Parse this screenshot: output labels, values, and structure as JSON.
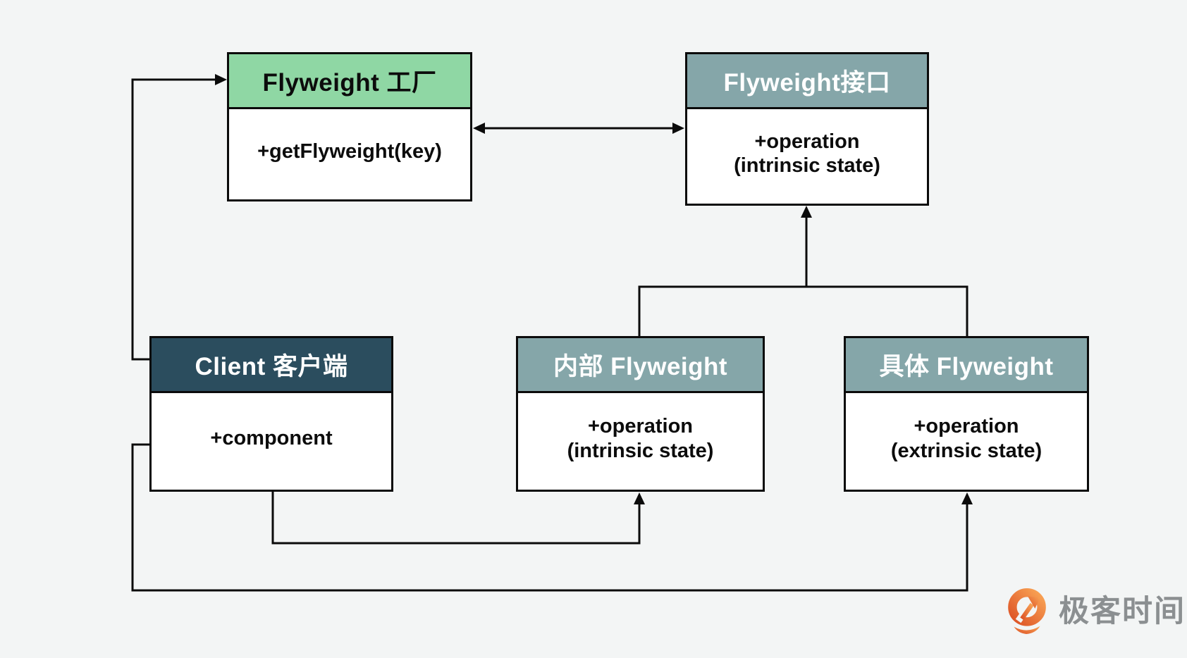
{
  "diagram": {
    "nodes": {
      "factory": {
        "title": "Flyweight 工厂",
        "body": "+getFlyweight(key)"
      },
      "interface": {
        "title": "Flyweight接口",
        "body_line1": "+operation",
        "body_line2": "(intrinsic state)"
      },
      "client": {
        "title": "Client 客户端",
        "body": "+component"
      },
      "intrinsic": {
        "title": "内部 Flyweight",
        "body_line1": "+operation",
        "body_line2": "(intrinsic state)"
      },
      "concrete": {
        "title": "具体 Flyweight",
        "body_line1": "+operation",
        "body_line2": "(extrinsic state)"
      }
    },
    "colors": {
      "background": "#f3f5f5",
      "factory_header": "#8fd7a4",
      "teal_header": "#85a6a9",
      "client_header": "#2b4d5e",
      "line": "#0b0b0b",
      "logo_orange": "#ea6e30",
      "logo_text_color": "#8b8f91"
    }
  },
  "branding": {
    "logo_text": "极客时间"
  }
}
